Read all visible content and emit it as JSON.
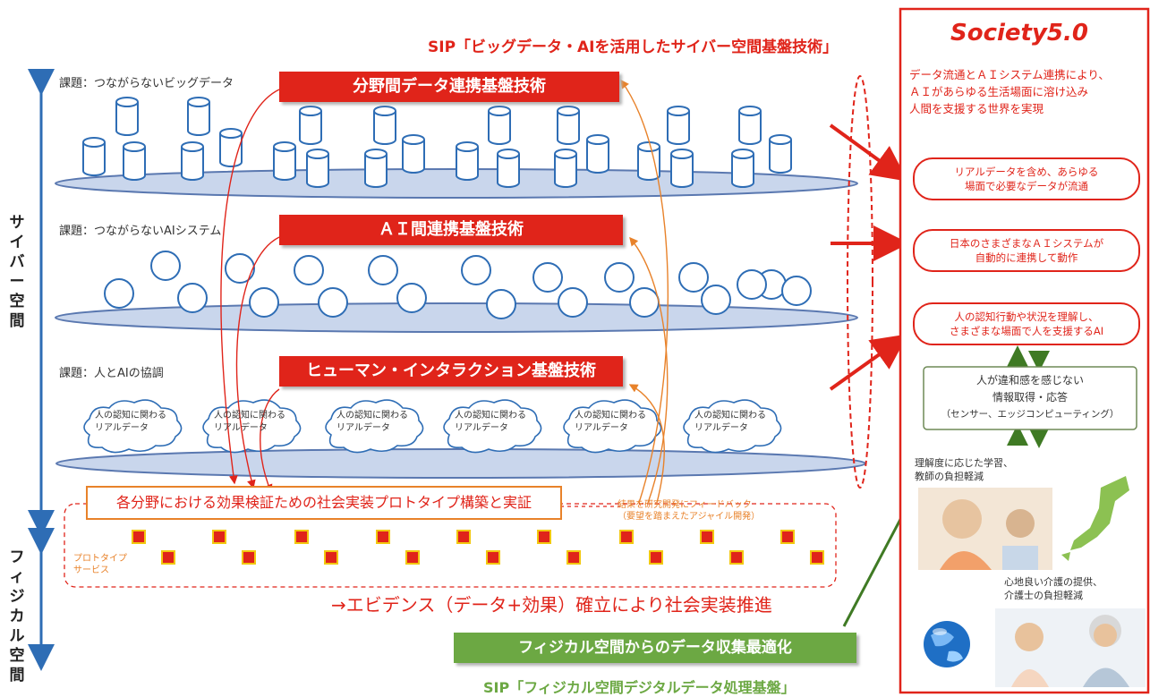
{
  "header": {
    "sip_top": "SIP「ビッグデータ・AIを活用したサイバー空間基盤技術」",
    "sip_bottom": "SIP「フィジカル空間デジタルデータ処理基盤」"
  },
  "side_labels": {
    "cyber": "サイバー空間",
    "physical": "フィジカル空間"
  },
  "layers": [
    {
      "kadai": "課題：つながらないビッグデータ",
      "banner": "分野間データ連携基盤技術"
    },
    {
      "kadai": "課題：つながらないAIシステム",
      "banner": "ＡＩ間連携基盤技術"
    },
    {
      "kadai": "課題：人とAIの協調",
      "banner": "ヒューマン・インタラクション基盤技術"
    }
  ],
  "clouds": {
    "line1": "人の認知に関わる",
    "line2": "リアルデータ"
  },
  "prototype": {
    "title": "各分野における効果検証ための社会実装プロトタイプ構築と実証",
    "service_line1": "プロトタイプ",
    "service_line2": "サービス",
    "feedback_line1": "結果を研究開発にフィードバック",
    "feedback_line2": "（要望を踏まえたアジャイル開発）"
  },
  "evidence": "→エビデンス（データ+効果）確立により社会実装推進",
  "physical_banner": "フィジカル空間からのデータ収集最適化",
  "society": {
    "title": "Society5.0",
    "desc1": "データ流通とＡＩシステム連携により、",
    "desc2": "ＡＩがあらゆる生活場面に溶け込み",
    "desc3": "人間を支援する世界を実現",
    "pills": [
      {
        "line1": "リアルデータを含め、あらゆる",
        "line2": "場面で必要なデータが流通"
      },
      {
        "line1": "日本のさまざまなＡＩシステムが",
        "line2": "自動的に連携して動作"
      },
      {
        "line1": "人の認知行動や状況を理解し、",
        "line2": "さまざまな場面で人を支援するAI"
      }
    ],
    "sense_box": {
      "line1": "人が違和感を感じない",
      "line2": "情報取得・応答",
      "line3": "（センサー、エッジコンピューティング）"
    },
    "edu1": "理解度に応じた学習、",
    "edu2": "教師の負担軽減",
    "care1": "心地良い介護の提供、",
    "care2": "介護士の負担軽減"
  },
  "colors": {
    "red": "#e0241a",
    "green": "#6ca843",
    "orange": "#e8822a",
    "platform": "#c9d6ec",
    "platform_edge": "#5a78b0"
  }
}
